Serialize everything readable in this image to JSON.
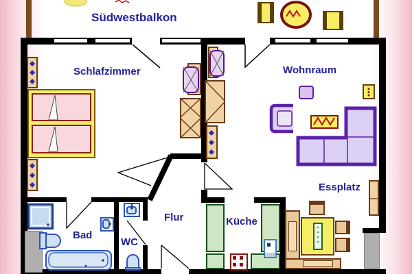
{
  "floorplan": {
    "labels": {
      "balcony": "Südwestbalkon",
      "bedroom": "Schlafzimmer",
      "living": "Wohnraum",
      "dining": "Essplatz",
      "hall": "Flur",
      "bath": "Bad",
      "wc": "WC",
      "kitchen": "Küche"
    },
    "colors": {
      "wall": "#000000",
      "balcony_wall": "#7b4a1e",
      "label_text": "#23239a",
      "wood_light": "#efd3a4",
      "wood_border": "#6b3a10",
      "yellow_furniture": "#f5ee65",
      "red_accent": "#c01010",
      "purple_border": "#5b21a8",
      "purple_fill": "#dcd0f5",
      "mattress_pink": "#f8d8dc",
      "kitchen_green_fill": "#cfe6c4",
      "kitchen_green_border": "#14501a",
      "sanitary_blue_border": "#2a52be",
      "sanitary_blue_fill": "#cfe0f2",
      "radiator_diamond": "#2a2ab8",
      "shaft_gray": "#b0afad",
      "background_pink": "#f2b9c6"
    }
  }
}
